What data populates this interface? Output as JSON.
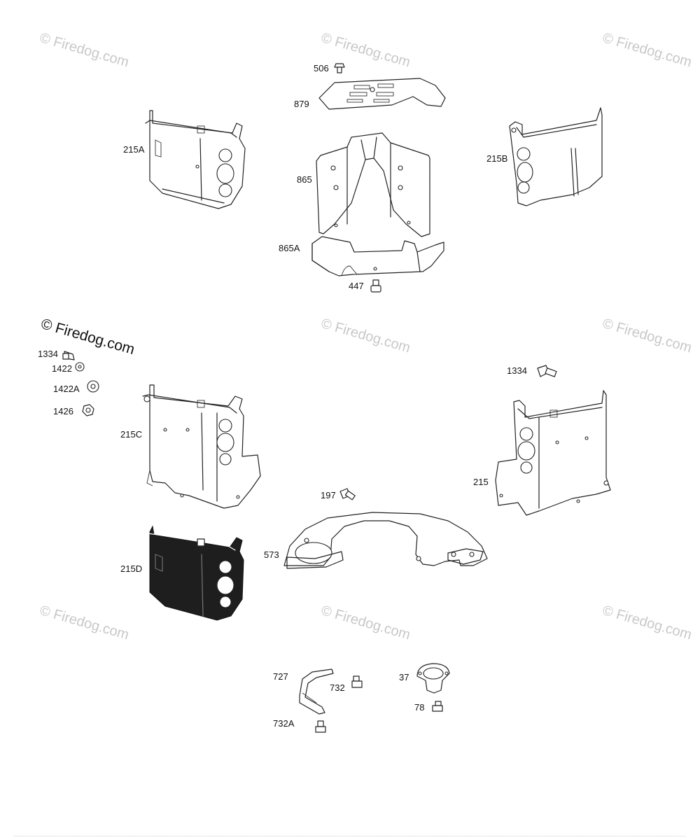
{
  "watermark": {
    "text": "© Firedog.com"
  },
  "callouts": {
    "c506": "506",
    "c879": "879",
    "c215A": "215A",
    "c865": "865",
    "c215B": "215B",
    "c865A": "865A",
    "c447": "447",
    "c1334a": "1334",
    "c1422": "1422",
    "c1422A": "1422A",
    "c1426": "1426",
    "c1334b": "1334",
    "c215C": "215C",
    "c215": "215",
    "c197": "197",
    "c573": "573",
    "c215D": "215D",
    "c727": "727",
    "c732": "732",
    "c37": "37",
    "c78": "78",
    "c732A": "732A"
  }
}
